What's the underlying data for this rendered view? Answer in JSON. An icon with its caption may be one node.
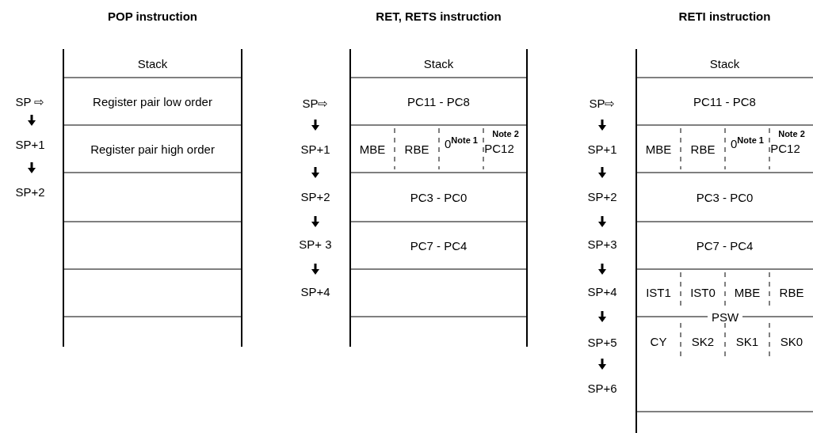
{
  "diagram": {
    "labels": [
      "POP instruction",
      "Stack",
      "SP ⇨",
      "Register pair low order",
      "SP+1",
      "Register pair high order",
      "SP+2",
      "RET, RETS instruction",
      "Stack",
      "SP⇨",
      "PC11 - PC8",
      "SP+1",
      "MBE",
      "RBE",
      "0$^{Note 1}$",
      "Note 2",
      "PC12",
      "SP+2",
      "PC3 - PC0",
      "SP+ 3",
      "PC7 - PC4",
      "SP+4",
      "RETI instruction",
      "Stack",
      "SP⇨",
      "PC11 - PC8",
      "SP+1",
      "MBE",
      "RBE",
      "0$^{Note 1}$",
      "Note 2",
      "PC12",
      "SP+2",
      "PC3 - PC0",
      "SP+3",
      "PC7 - PC4",
      "SP+4",
      "IST1",
      "IST0",
      "MBE",
      "RBE",
      "PSW",
      "SP+5",
      "CY",
      "SK2",
      "SK1",
      "SK0",
      "SP+6"
    ]
  }
}
